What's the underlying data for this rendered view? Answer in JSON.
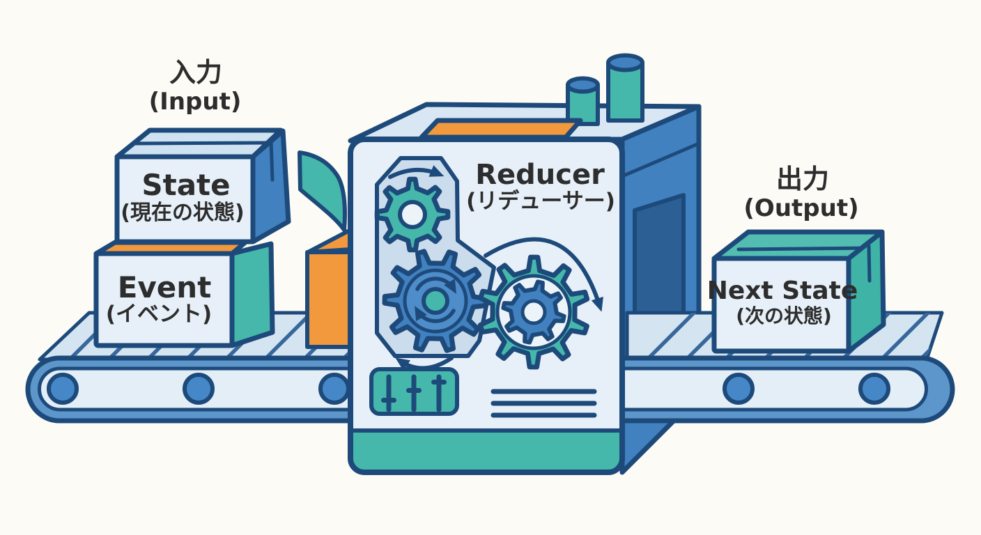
{
  "diagram": {
    "input_heading": {
      "jp": "入力",
      "en": "(Input)"
    },
    "output_heading": {
      "jp": "出力",
      "en": "(Output)"
    },
    "state_box": {
      "title": "State",
      "subtitle": "(現在の状態)"
    },
    "event_box": {
      "title": "Event",
      "subtitle": "(イベント)"
    },
    "machine": {
      "title": "Reducer",
      "subtitle": "(リデューサー)"
    },
    "next_state_box": {
      "title": "Next State",
      "subtitle": "(次の状態)"
    }
  },
  "icons": {
    "gear": "gear-icon",
    "rotation_arrow": "rotation-arrow-icon",
    "sliders": "sliders-icon",
    "conveyor_roller": "roller-icon",
    "chimney": "chimney-icon",
    "input_swoosh": "swoosh-arrow-icon"
  },
  "colors": {
    "outline": "#1d4a7a",
    "teal": "#45b8ab",
    "blue": "#4181c0",
    "blue_inner": "#4e8dc9",
    "light_face": "#e7f0f8",
    "panel": "#cbdcec",
    "top_face": "#d8e7f3",
    "band": "#5d96cb",
    "belt": "#e3eef7",
    "hatch": "#d5e4f1",
    "hatch_line": "#38689b",
    "roller": "#4688c7",
    "door": "#2c6095",
    "orange": "#f2993d",
    "text": "#2d2d2d",
    "background": "#fcfbf6"
  }
}
